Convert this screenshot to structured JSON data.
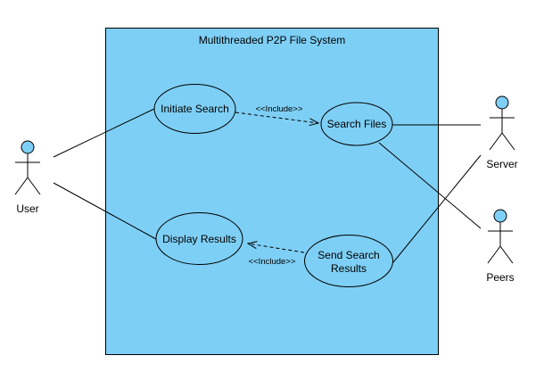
{
  "colors": {
    "boundary_fill": "#7ecff5",
    "usecase_fill": "#7ecff5",
    "actor_head_fill": "#7ecff5",
    "stroke": "#000000"
  },
  "system": {
    "title": "Multithreaded P2P File System"
  },
  "actors": {
    "user": {
      "label": "User",
      "icon": "stick-figure-icon"
    },
    "server": {
      "label": "Server",
      "icon": "stick-figure-icon"
    },
    "peers": {
      "label": "Peers",
      "icon": "stick-figure-icon"
    }
  },
  "use_cases": {
    "initiate_search": {
      "label": "Initiate Search"
    },
    "search_files": {
      "label": "Search Files"
    },
    "display_results": {
      "label": "Display Results"
    },
    "send_search_results": {
      "line1": "Send Search",
      "line2": "Results"
    }
  },
  "relationships": {
    "include_search": {
      "label": "<<Include>>"
    },
    "include_results": {
      "label": "<<Include>>"
    }
  }
}
